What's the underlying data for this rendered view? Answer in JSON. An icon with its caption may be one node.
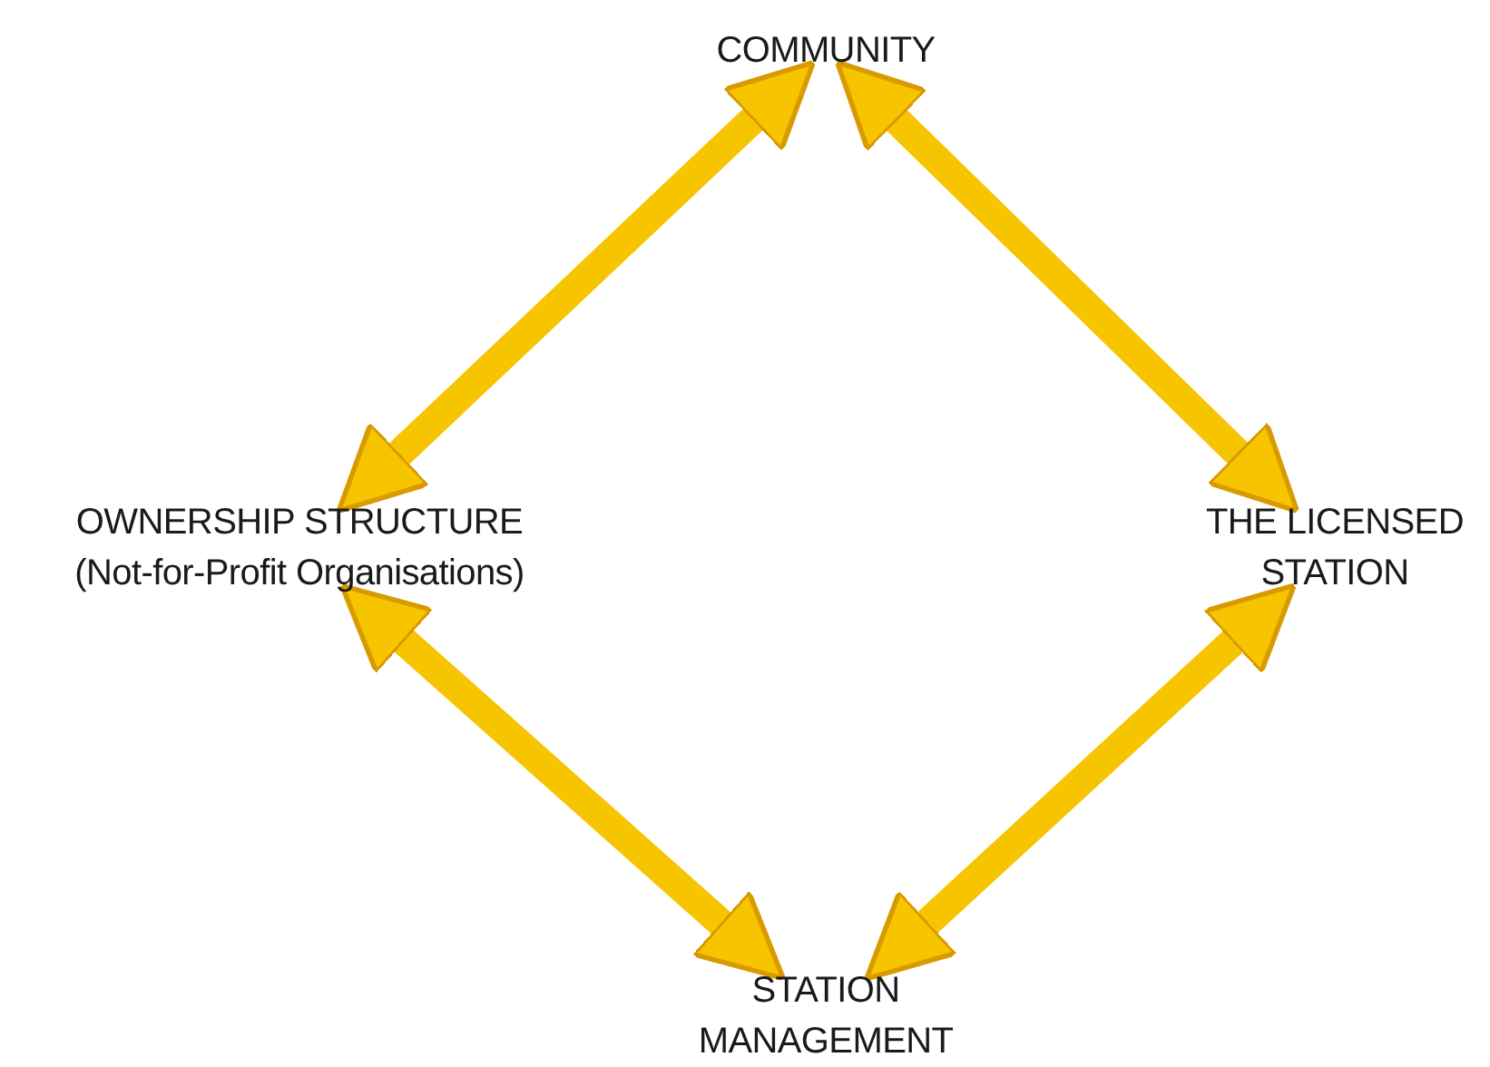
{
  "diagram": {
    "nodes": [
      {
        "text": [
          "COMMUNITY"
        ]
      },
      {
        "text": [
          "OWNERSHIP STRUCTURE",
          "(Not-for-Profit Organisations)"
        ]
      },
      {
        "text": [
          "THE LICENSED STATION"
        ]
      },
      {
        "text": [
          "STATION MANAGEMENT"
        ]
      }
    ],
    "edges": [
      {
        "from": 0,
        "to": 1,
        "arrow": "both"
      },
      {
        "from": 0,
        "to": 2,
        "arrow": "both"
      },
      {
        "from": 1,
        "to": 3,
        "arrow": "both"
      },
      {
        "from": 2,
        "to": 3,
        "arrow": "both"
      }
    ]
  }
}
